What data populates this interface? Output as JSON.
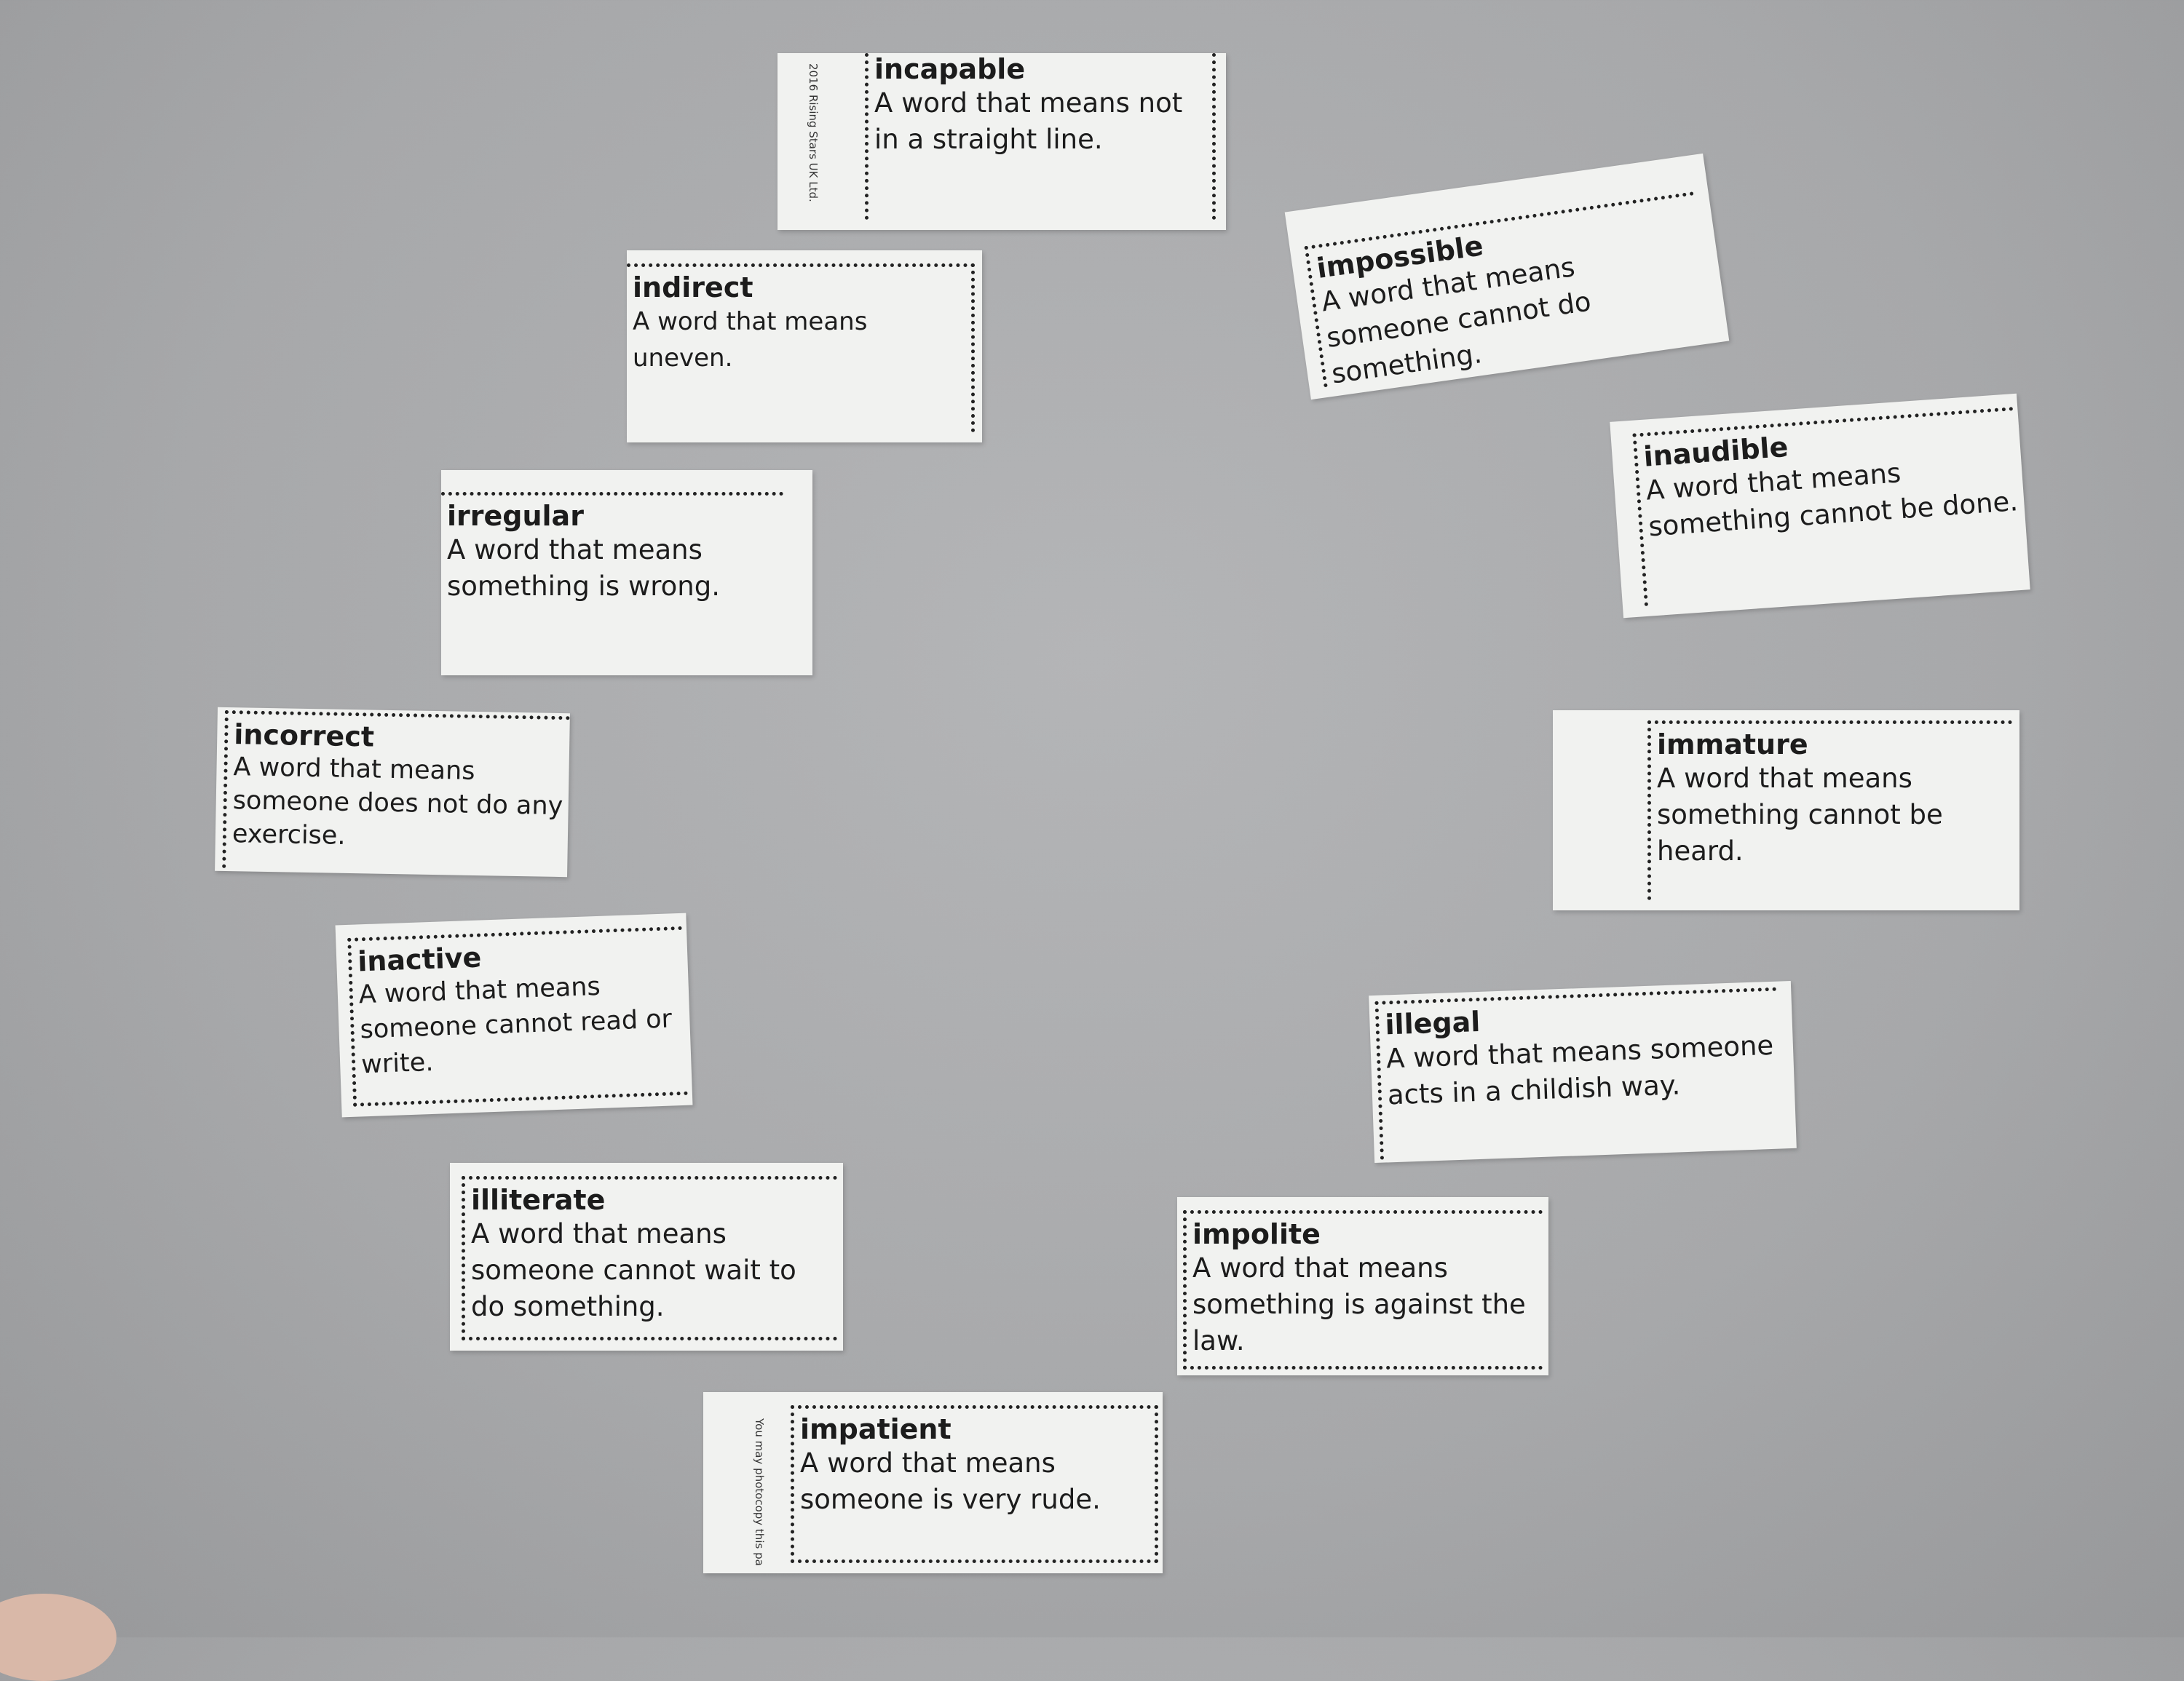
{
  "cards": [
    {
      "word": "incapable",
      "definition": "A word that means not in a straight line.",
      "side_text": "2016 Rising Stars UK Ltd."
    },
    {
      "word": "indirect",
      "definition": "A word that means uneven."
    },
    {
      "word": "impossible",
      "definition": "A word that means someone cannot do something."
    },
    {
      "word": "inaudible",
      "definition": "A word that means something cannot be done."
    },
    {
      "word": "irregular",
      "definition": "A word that means something is wrong."
    },
    {
      "word": "incorrect",
      "definition": "A word that means someone does not do any exercise."
    },
    {
      "word": "immature",
      "definition": "A word that means something cannot be heard."
    },
    {
      "word": "inactive",
      "definition": "A word that means someone cannot read or write."
    },
    {
      "word": "illegal",
      "definition": "A word that means someone acts in a childish way."
    },
    {
      "word": "illiterate",
      "definition": "A word that means someone cannot wait to do something."
    },
    {
      "word": "impolite",
      "definition": "A word that means something is against the law."
    },
    {
      "word": "impatient",
      "definition": "A word that means someone is very rude.",
      "side_text": "You may photocopy this pa"
    }
  ]
}
